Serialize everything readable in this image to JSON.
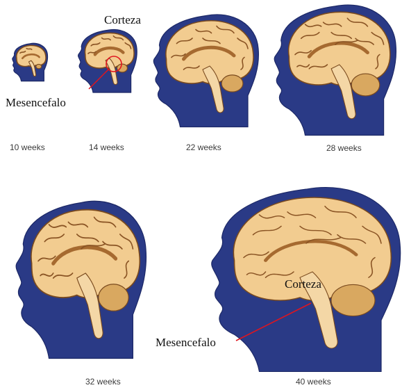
{
  "colors": {
    "background": "#ffffff",
    "head": "#2a3a86",
    "head_dark": "#1c2866",
    "brain": "#f2cc90",
    "brain_outline": "#7a4a1e",
    "brain_fold": "#8a5424",
    "brainstem": "#f4d7a6",
    "cerebellum": "#d9a860",
    "ventricle": "#a66a30",
    "annotation_line": "#e0141e",
    "label_text": "#3a3a3a",
    "annotation_text": "#111111"
  },
  "stages": [
    {
      "id": "w10",
      "label": "10 weeks"
    },
    {
      "id": "w14",
      "label": "14 weeks"
    },
    {
      "id": "w22",
      "label": "22 weeks"
    },
    {
      "id": "w28",
      "label": "28 weeks"
    },
    {
      "id": "w32",
      "label": "32 weeks"
    },
    {
      "id": "w40",
      "label": "40 weeks"
    }
  ],
  "annotations": {
    "cortex_label_top": "Corteza",
    "midbrain_label_top": "Mesencefalo",
    "cortex_label_bottom": "Corteza",
    "midbrain_label_bottom": "Mesencefalo"
  },
  "icons": {
    "head_silhouette": "fetal-head-silhouette-icon",
    "brain": "brain-sagittal-section-icon",
    "highlight_circle": "red-circle-highlight-icon"
  }
}
